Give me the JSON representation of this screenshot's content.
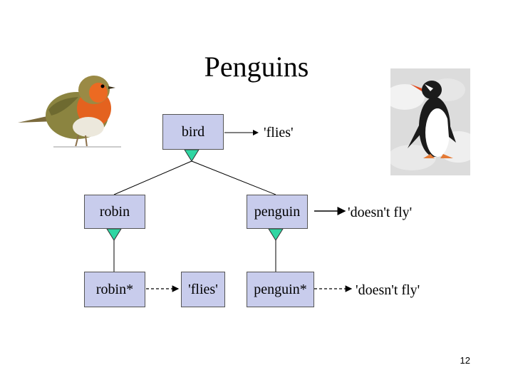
{
  "slide": {
    "title": "Penguins",
    "page_number": "12"
  },
  "nodes": {
    "bird": "bird",
    "robin": "robin",
    "penguin": "penguin",
    "robin_star": "robin*",
    "penguin_star": "penguin*",
    "flies_box": "'flies'"
  },
  "labels": {
    "bird_flies": "'flies'",
    "penguin_doesnt_fly": "'doesn't fly'",
    "penguin_star_doesnt_fly": "'doesn't fly'"
  },
  "colors": {
    "node_fill": "#c8ccec",
    "triangle_fill": "#2fd6a2"
  }
}
